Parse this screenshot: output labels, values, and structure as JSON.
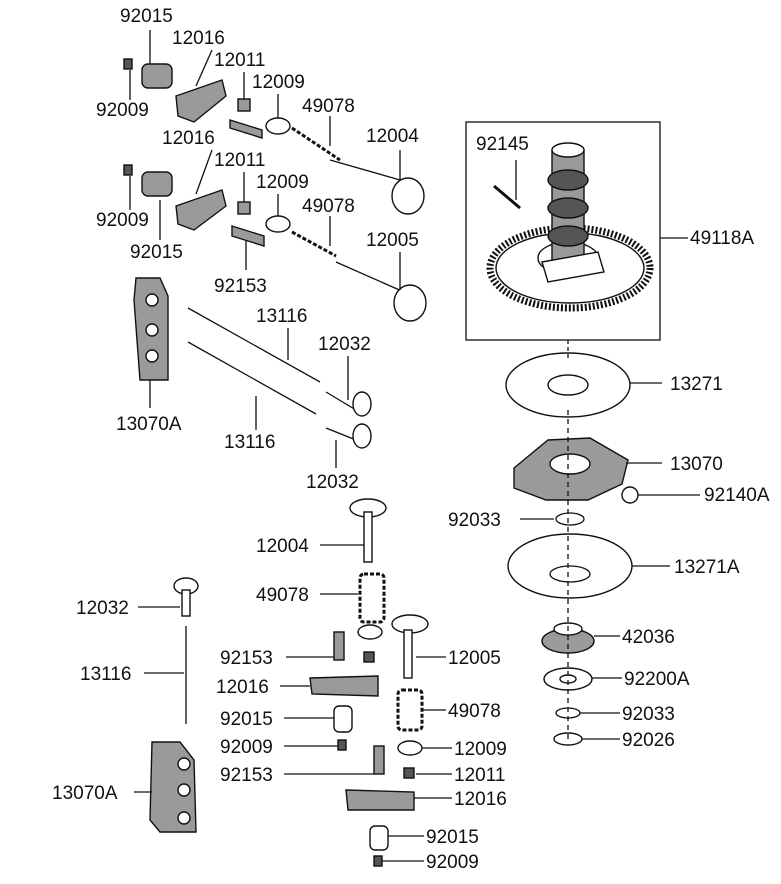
{
  "figure": "Engine valve train and camshaft parts diagram",
  "labels": {
    "l01": "92015",
    "l02": "12016",
    "l03": "12011",
    "l04": "12009",
    "l05": "92009",
    "l06": "49078",
    "l07": "12004",
    "l08": "92145",
    "l09": "12016",
    "l10": "12011",
    "l11": "12009",
    "l12": "92009",
    "l13": "49078",
    "l14": "49118A",
    "l15": "92015",
    "l16": "12005",
    "l17": "92153",
    "l18": "13116",
    "l19": "12032",
    "l20": "13070A",
    "l21": "13116",
    "l22": "12032",
    "l23": "13271",
    "l24": "13070",
    "l25": "92140A",
    "l26": "92033",
    "l27": "12004",
    "l28": "13271A",
    "l29": "49078",
    "l30": "12032",
    "l31": "92153",
    "l32": "12005",
    "l33": "42036",
    "l34": "13116",
    "l35": "12016",
    "l36": "92200A",
    "l37": "92015",
    "l38": "49078",
    "l39": "92033",
    "l40": "92009",
    "l41": "12009",
    "l42": "92026",
    "l43": "92153",
    "l44": "12011",
    "l45": "13070A",
    "l46": "12016",
    "l47": "92015",
    "l48": "92009"
  }
}
